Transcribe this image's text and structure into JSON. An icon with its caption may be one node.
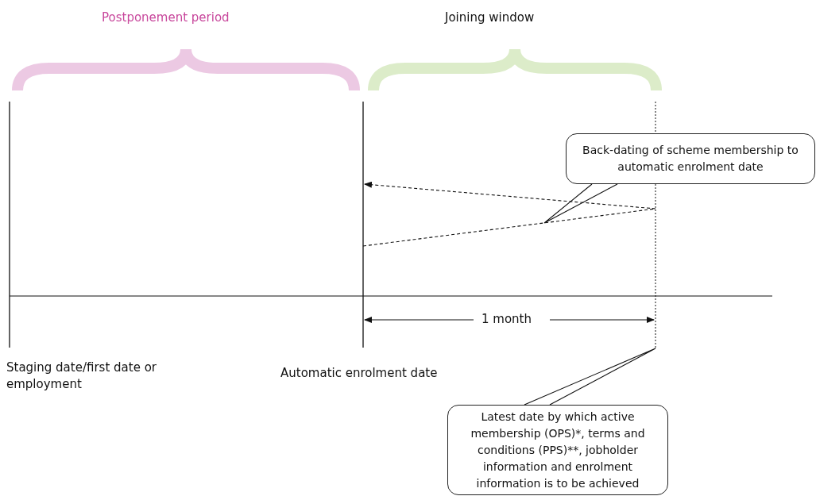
{
  "diagram": {
    "nodes": [
      {
        "text": [
          "Staging date/first date or employment"
        ]
      },
      {
        "text": [
          "Automatic enrolment date"
        ]
      },
      {
        "text": [],
        "shape": "line"
      },
      {
        "text": [
          "Back-dating of scheme membership to automatic enrolment date"
        ]
      },
      {
        "text": [
          "Latest date by which active membership (OPS)*, terms and conditions (PPS)**, jobholder information and enrolment information is to be achieved"
        ]
      }
    ],
    "edges": [
      {
        "from": 2,
        "to": 1,
        "arrow": "to",
        "style": "dashed"
      },
      {
        "from": 1,
        "to": 2,
        "arrow": "none",
        "style": "dashed"
      },
      {
        "from": 3,
        "to": null,
        "arrow": "none"
      },
      {
        "from": 4,
        "to": 2,
        "arrow": "none"
      }
    ],
    "labels": [
      "Postponement period",
      "Joining window",
      "1 month"
    ]
  }
}
